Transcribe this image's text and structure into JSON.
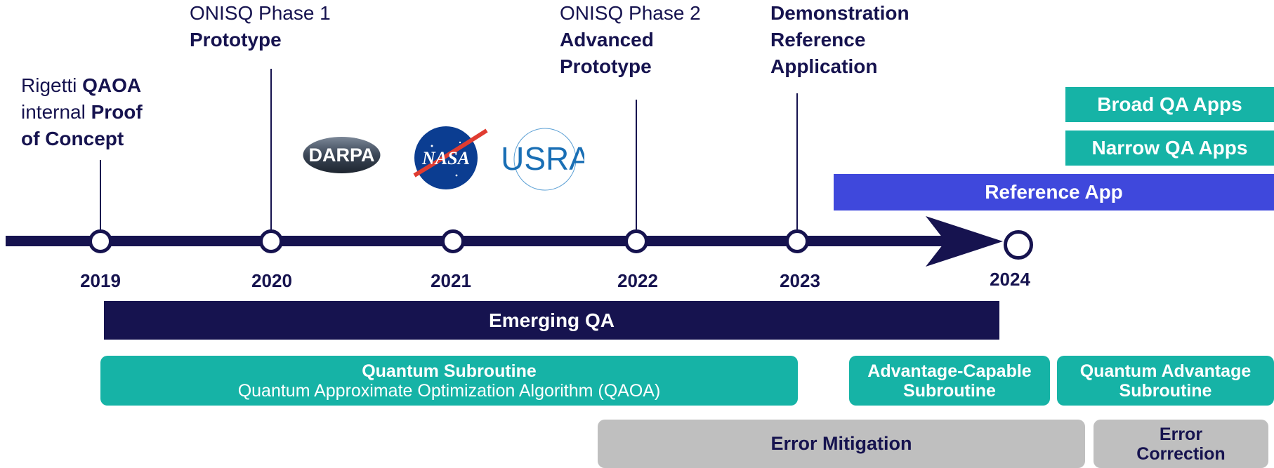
{
  "milestones": [
    {
      "line1_pre": "Rigetti ",
      "line1_bold": "QAOA",
      "line2_pre": "internal ",
      "line2_bold": "Proof",
      "line3_bold": "of Concept"
    },
    {
      "line1": "ONISQ Phase 1",
      "line2_bold": "Prototype"
    },
    {
      "line1": "ONISQ Phase 2",
      "line2_bold": "Advanced",
      "line3_bold": "Prototype"
    },
    {
      "line1_bold": "Demonstration",
      "line2_bold": "Reference",
      "line3_bold": "Application"
    }
  ],
  "years": [
    "2019",
    "2020",
    "2021",
    "2022",
    "2023",
    "2024"
  ],
  "logos": {
    "darpa": "DARPA",
    "nasa": "NASA",
    "usra": "USRA"
  },
  "apps": {
    "broad": "Broad QA Apps",
    "narrow": "Narrow QA Apps",
    "reference": "Reference App"
  },
  "bands": {
    "emerging": "Emerging QA",
    "quantum_subroutine_title": "Quantum Subroutine",
    "quantum_subroutine_sub": "Quantum Approximate Optimization Algorithm (QAOA)",
    "advantage_capable_1": "Advantage-Capable",
    "advantage_capable_2": "Subroutine",
    "quantum_advantage_1": "Quantum Advantage",
    "quantum_advantage_2": "Subroutine",
    "error_mitigation": "Error Mitigation",
    "error_correction_1": "Error",
    "error_correction_2": "Correction"
  },
  "colors": {
    "navy": "#16134f",
    "teal": "#16b3a6",
    "blue": "#3f48dc",
    "grey": "#bfbfbf"
  }
}
